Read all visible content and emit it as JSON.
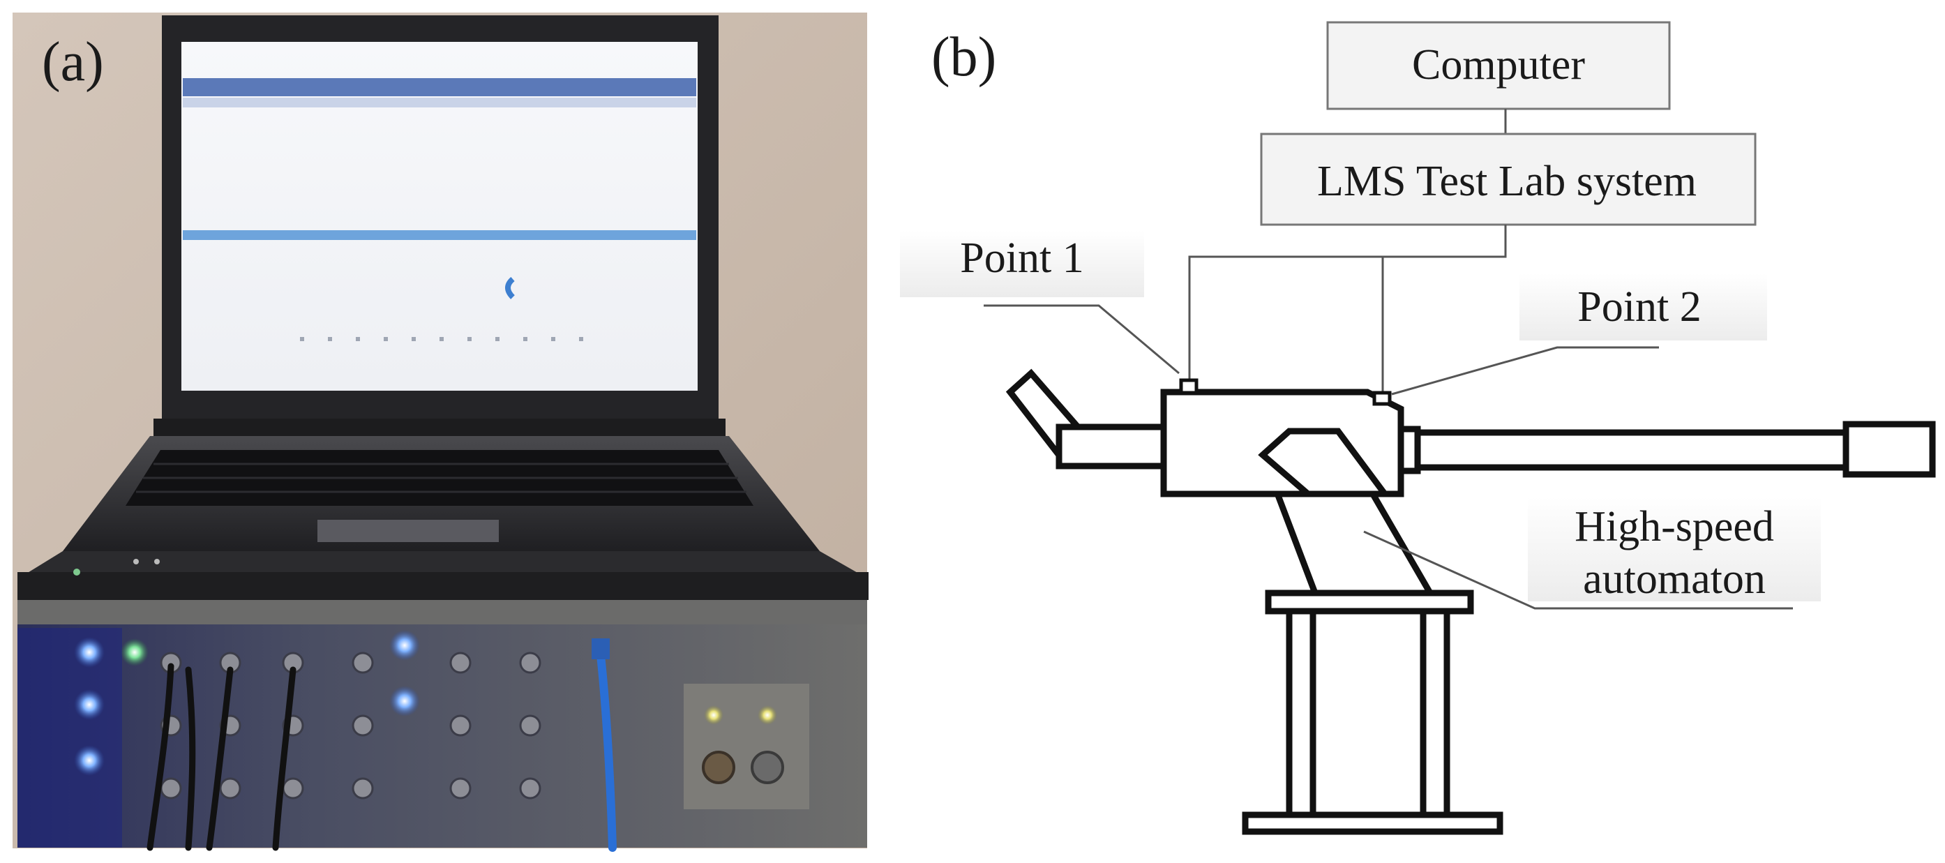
{
  "panels": {
    "a": {
      "label": "(a)"
    },
    "b": {
      "label": "(b)"
    }
  },
  "diagram": {
    "computer_box": "Computer",
    "lms_box": "LMS Test Lab system",
    "point1_label": "Point 1",
    "point2_label": "Point 2",
    "automaton_label_line1": "High-speed",
    "automaton_label_line2": "automaton"
  },
  "colors": {
    "photo_background": "#c8b9ac",
    "laptop_body": "#2a2a2c",
    "analyzer_front": "#3a3d55",
    "led_blue": "#4f8dff",
    "led_green": "#4ecb6a",
    "cable_blue": "#2a6fd6",
    "box_fill": "#f3f3f3"
  }
}
